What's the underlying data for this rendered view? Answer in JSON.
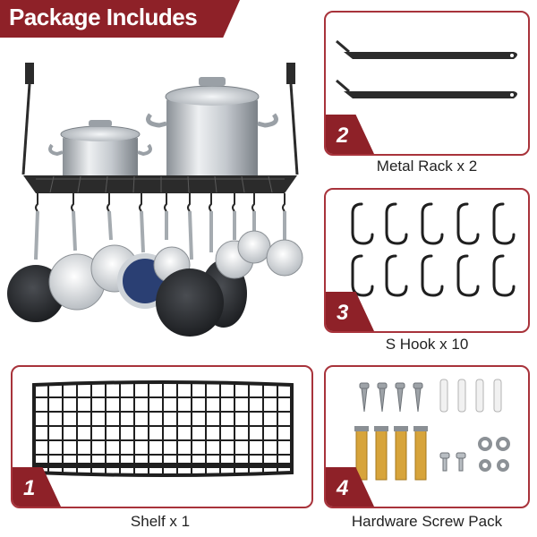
{
  "header": {
    "title": "Package Includes"
  },
  "panels": [
    {
      "number": "2",
      "caption": "Metal Rack x 2"
    },
    {
      "number": "3",
      "caption": "S Hook x 10"
    },
    {
      "number": "1",
      "caption": "Shelf x 1"
    },
    {
      "number": "4",
      "caption": "Hardware Screw Pack"
    }
  ],
  "colors": {
    "accent": "#8e2128",
    "border": "#a8333b",
    "metal": "#2b2b2b",
    "steel": "#c8ccd0"
  },
  "icons": [
    "pot-rack-illustration",
    "metal-rack-bar",
    "s-hook",
    "wire-shelf",
    "screw",
    "anchor",
    "expansion-bolt",
    "washer"
  ]
}
